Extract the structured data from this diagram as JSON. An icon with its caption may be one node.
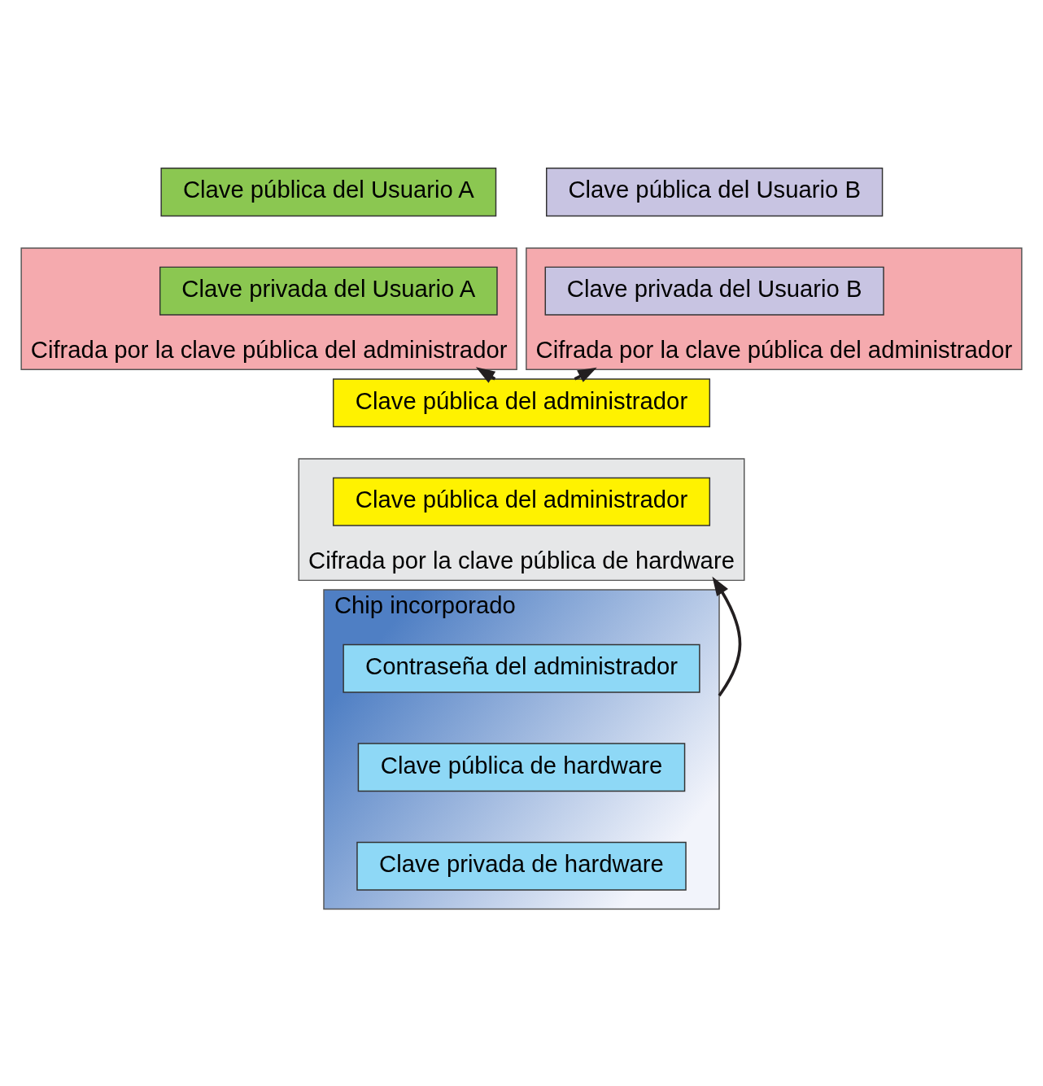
{
  "diagram": {
    "nodes": [
      {
        "text": [
          "Clave pública del Usuario A"
        ]
      },
      {
        "text": [
          "Clave pública del Usuario B"
        ]
      },
      {
        "text": [
          "Cifrada por la clave pública del administrador"
        ]
      },
      {
        "text": [
          "Clave privada del Usuario A"
        ],
        "in": 2
      },
      {
        "text": [
          "Cifrada por la clave pública del administrador"
        ]
      },
      {
        "text": [
          "Clave privada del Usuario B"
        ],
        "in": 4
      },
      {
        "text": [
          "Clave pública del administrador"
        ]
      },
      {
        "text": [
          "Cifrada por la clave pública de hardware"
        ]
      },
      {
        "text": [
          "Clave pública del administrador"
        ],
        "in": 7
      },
      {
        "text": [
          "Chip incorporado"
        ]
      },
      {
        "text": [
          "Contraseña del administrador"
        ],
        "in": 9
      },
      {
        "text": [
          "Clave pública de hardware"
        ],
        "in": 9
      },
      {
        "text": [
          "Clave privada de hardware"
        ],
        "in": 9
      }
    ],
    "edges": [
      {
        "from": 6,
        "to": 2,
        "arrow": "to"
      },
      {
        "from": 6,
        "to": 4,
        "arrow": "to"
      },
      {
        "from": 9,
        "to": 7,
        "arrow": "to"
      }
    ]
  }
}
